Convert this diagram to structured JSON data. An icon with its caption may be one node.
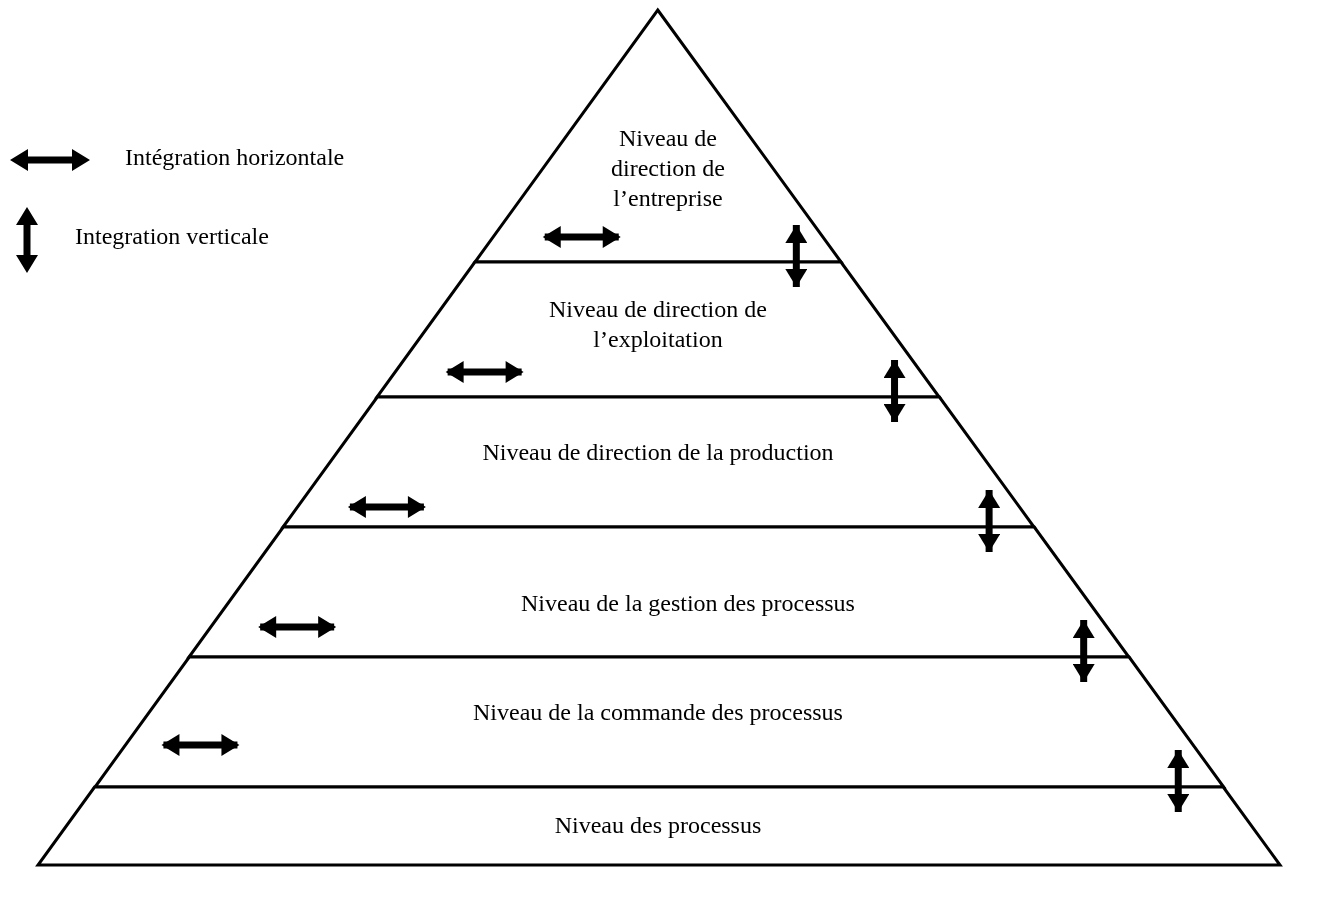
{
  "diagram": {
    "nodes": [
      {
        "text": [
          "Niveau de direction de l’entreprise"
        ]
      },
      {
        "text": [
          "Niveau de direction de l’exploitation"
        ]
      },
      {
        "text": [
          "Niveau de direction de la production"
        ]
      },
      {
        "text": [
          "Niveau de la gestion des processus"
        ]
      },
      {
        "text": [
          "Niveau de la commande des processus"
        ]
      },
      {
        "text": [
          "Niveau des processus"
        ]
      }
    ],
    "edges": [
      {
        "from": 0,
        "to": 1,
        "arrow": "both"
      },
      {
        "from": 1,
        "to": 2,
        "arrow": "both"
      },
      {
        "from": 2,
        "to": 3,
        "arrow": "both"
      },
      {
        "from": 3,
        "to": 4,
        "arrow": "both"
      },
      {
        "from": 4,
        "to": 5,
        "arrow": "both"
      }
    ],
    "legend": [
      {
        "text": "Intégration horizontale"
      },
      {
        "text": "Integration verticale"
      }
    ]
  }
}
